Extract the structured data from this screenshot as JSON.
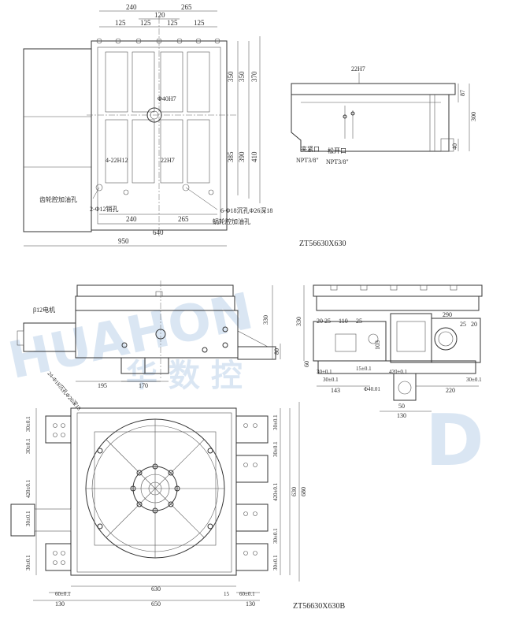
{
  "top_view": {
    "dims_top": [
      "240",
      "265",
      "120",
      "125",
      "125",
      "125",
      "125"
    ],
    "dims_right": [
      "350",
      "350",
      "370",
      "385",
      "390",
      "410"
    ],
    "hole_center": "Φ40H7",
    "slot_left": "4-22H12",
    "slot_mid": "22H7",
    "dims_bottom": [
      "240",
      "265",
      "640",
      "950"
    ],
    "label_oil_left": "齿轮腔加油孔",
    "label_pin": "2-Φ12销孔",
    "label_bolt": "6-Φ18沉孔Φ26深18",
    "label_oil_right": "蜗轮腔加油孔"
  },
  "side_view": {
    "slot": "22H7",
    "dims": [
      "87",
      "300",
      "40"
    ],
    "port_clamp": "夹紧口",
    "port_clamp_thread": "NPT3/8\"",
    "port_release": "松开口",
    "port_release_thread": "NPT3/8\""
  },
  "caption_a": "ZT56630X630",
  "front_view": {
    "motor": "β12电机",
    "dims_right": [
      "330",
      "80"
    ],
    "dims_bottom": [
      "195",
      "170"
    ],
    "bolt_label": "24-Φ18沉孔Φ26深18"
  },
  "right_view": {
    "dims_top": [
      "20",
      "25",
      "110",
      "25",
      "290",
      "25",
      "20"
    ],
    "dims_mid": [
      "103",
      "30±0.1",
      "15±0.1",
      "420±0.1",
      "30±0.1",
      "30±0.1",
      "143",
      "220",
      "50",
      "130"
    ],
    "hole": "Φ40.01",
    "dim_left": "330",
    "dim_bottom_60": "60"
  },
  "plan_view": {
    "dims_left": [
      "30±0.1",
      "30±0.1",
      "420±0.1",
      "30±0.1",
      "30±0.1"
    ],
    "dims_right": [
      "30±0.1",
      "30±0.1",
      "420±0.1",
      "30±0.1",
      "30±0.1",
      "630",
      "680"
    ],
    "dims_bottom": [
      "60±0.1",
      "15",
      "60±0.1",
      "630",
      "130",
      "650",
      "130"
    ],
    "caption": "ZT56630X630B"
  },
  "watermark": {
    "text_left": "HUAHON",
    "text_cn": "华 数 控",
    "text_right": "D"
  }
}
